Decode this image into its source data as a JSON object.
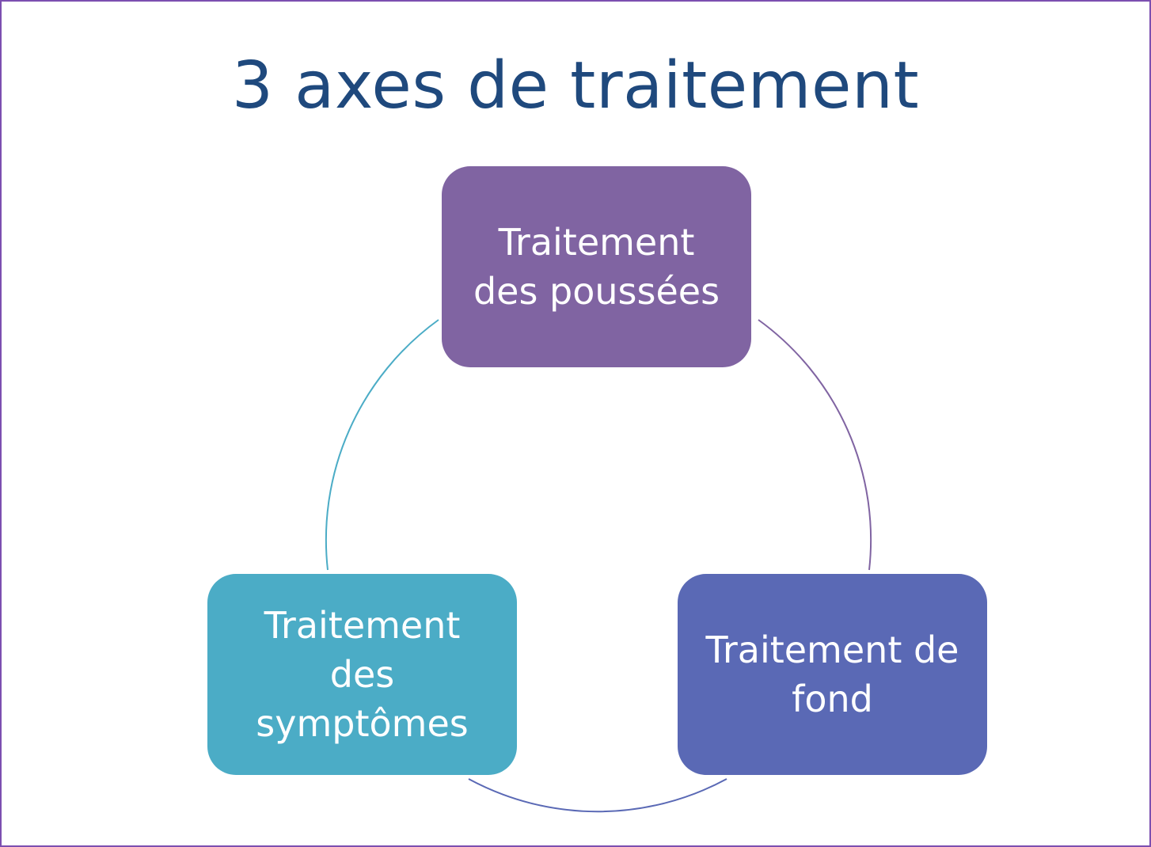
{
  "slide": {
    "title": "3 axes de traitement"
  },
  "colors": {
    "border": "#7c4fb0",
    "title": "#1f497d",
    "node_top": "#8064a2",
    "node_right": "#5a69b5",
    "node_left": "#4bacc6",
    "arc_top_right": "#8064a2",
    "arc_bottom": "#5a69b5",
    "arc_left": "#4bacc6"
  },
  "diagram": {
    "type": "cycle",
    "nodes": [
      {
        "id": "poussees",
        "label": "Traitement\ndes poussées"
      },
      {
        "id": "fond",
        "label": "Traitement de\nfond"
      },
      {
        "id": "symptomes",
        "label": "Traitement\ndes\nsymptômes"
      }
    ],
    "edges": [
      {
        "from": "poussees",
        "to": "fond"
      },
      {
        "from": "fond",
        "to": "symptomes"
      },
      {
        "from": "symptomes",
        "to": "poussees"
      }
    ]
  }
}
